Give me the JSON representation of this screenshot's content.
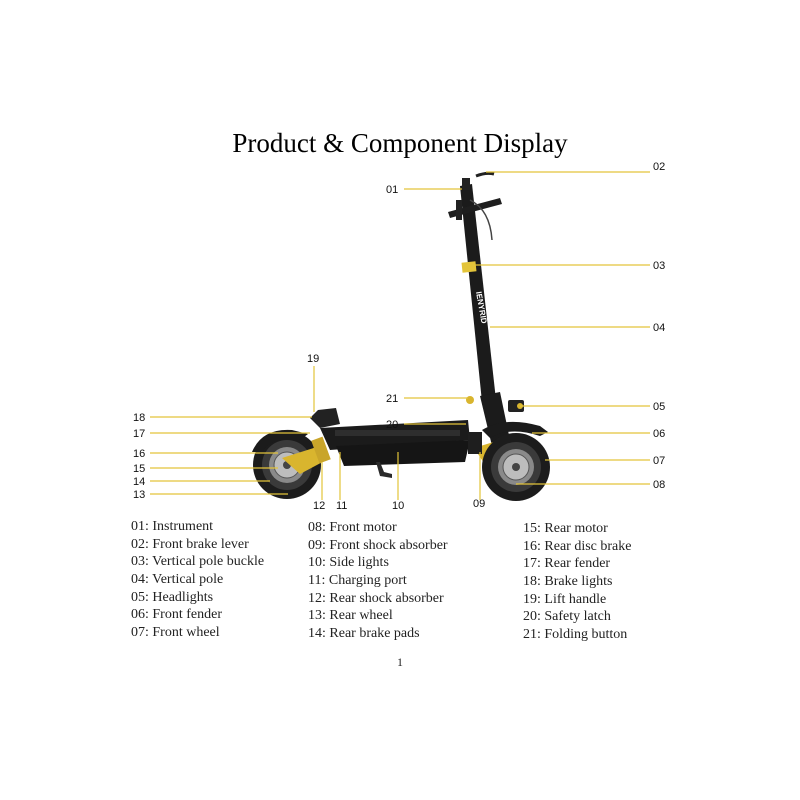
{
  "title": "Product & Component Display",
  "page_number": "1",
  "colors": {
    "leader": "#e3c43a",
    "accent": "#d9b52e",
    "frame": "#1b1b1b"
  },
  "brand_on_pole": "IENYRID",
  "callouts": [
    "01",
    "02",
    "03",
    "04",
    "05",
    "06",
    "07",
    "08",
    "09",
    "10",
    "11",
    "12",
    "13",
    "14",
    "15",
    "16",
    "17",
    "18",
    "19",
    "20",
    "21"
  ],
  "legend": {
    "col1": [
      "01: Instrument",
      "02: Front brake lever",
      "03: Vertical pole buckle",
      "04: Vertical pole",
      "05: Headlights",
      "06: Front fender",
      "07: Front wheel"
    ],
    "col2": [
      "08: Front motor",
      "09: Front  shock absorber",
      "10: Side lights",
      "11: Charging port",
      "12: Rear shock absorber",
      "13: Rear wheel",
      "14: Rear brake pads"
    ],
    "col3": [
      "15: Rear motor",
      "16: Rear disc brake",
      "17: Rear fender",
      "18: Brake lights",
      "19: Lift handle",
      "20: Safety latch",
      "21: Folding button"
    ]
  }
}
